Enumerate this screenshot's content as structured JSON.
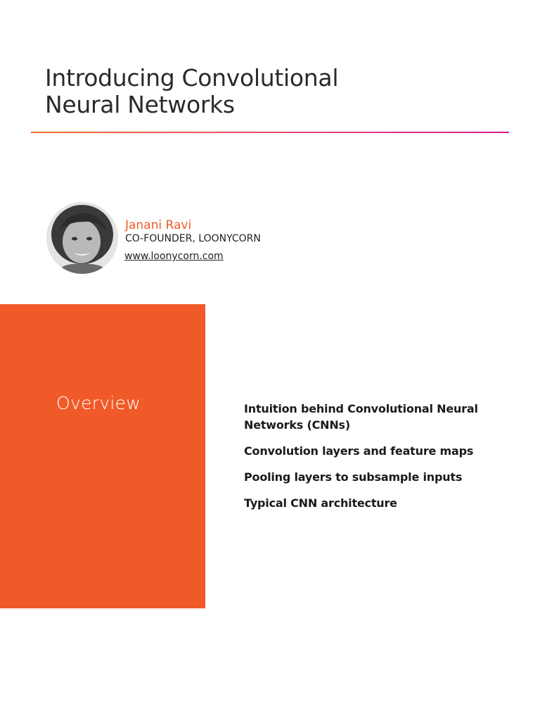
{
  "title": {
    "line1": "Introducing Convolutional",
    "line2": "Neural Networks"
  },
  "author": {
    "name": "Janani Ravi",
    "role": "CO-FOUNDER, LOONYCORN",
    "url": "www.loonycorn.com"
  },
  "overview": {
    "heading": "Overview",
    "items": [
      "Intuition behind Convolutional Neural Networks (CNNs)",
      "Convolution layers and feature maps",
      "Pooling layers to subsample inputs",
      "Typical CNN architecture"
    ]
  },
  "colors": {
    "accent": "#f05a28",
    "divider_end": "#d81b8c"
  },
  "icons": {
    "avatar": "author-photo"
  }
}
